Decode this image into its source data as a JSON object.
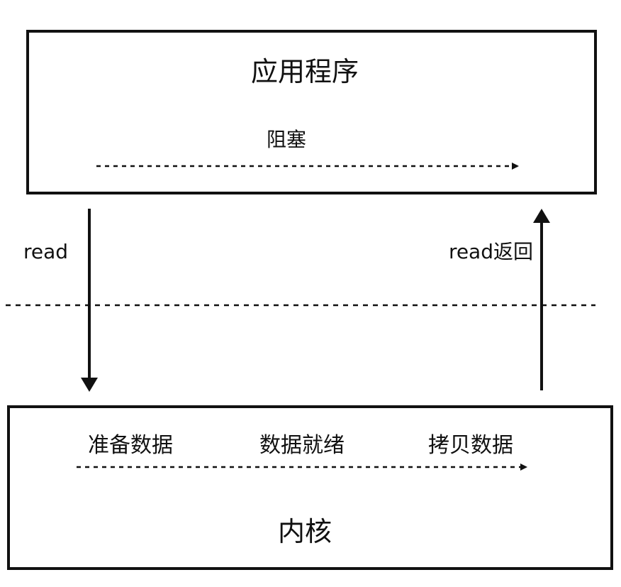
{
  "diagram": {
    "app_box": {
      "title": "应用程序",
      "blocked_label": "阻塞"
    },
    "arrows": {
      "read_label": "read",
      "read_return_label": "read返回"
    },
    "kernel_box": {
      "title": "内核",
      "stages": [
        "准备数据",
        "数据就绪",
        "拷贝数据"
      ]
    },
    "colors": {
      "stroke": "#111111",
      "text": "#111111",
      "background": "#ffffff"
    }
  }
}
